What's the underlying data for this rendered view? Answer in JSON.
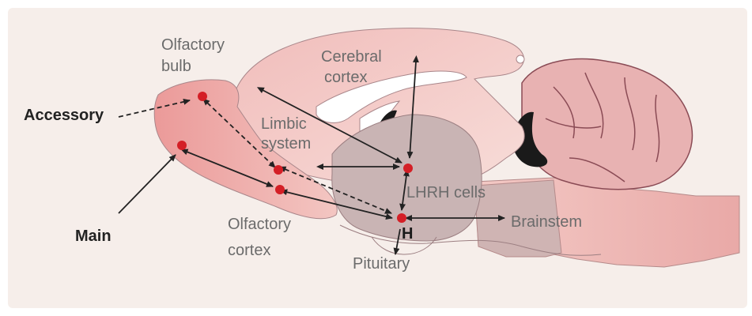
{
  "labels": {
    "olfactory_bulb_line1": "Olfactory",
    "olfactory_bulb_line2": "bulb",
    "cerebral_cortex_line1": "Cerebral",
    "cerebral_cortex_line2": "cortex",
    "accessory": "Accessory",
    "limbic_line1": "Limbic",
    "limbic_line2": "system",
    "lhrh": "LHRH cells",
    "main": "Main",
    "olfactory_cortex_line1": "Olfactory",
    "olfactory_cortex_line2": "cortex",
    "h": "H",
    "brainstem": "Brainstem",
    "pituitary": "Pituitary"
  },
  "colors": {
    "background_panel": "#f6eeea",
    "brain_pink": "#f2c2bf",
    "bulb_pink": "#eda19f",
    "hypothalamus_mauve": "#c9b4b4",
    "cerebellum_pink": "#e8b2b2",
    "node_red": "#d41f26",
    "arrow_dark": "#222222",
    "label_grey": "#6b6b6b"
  }
}
